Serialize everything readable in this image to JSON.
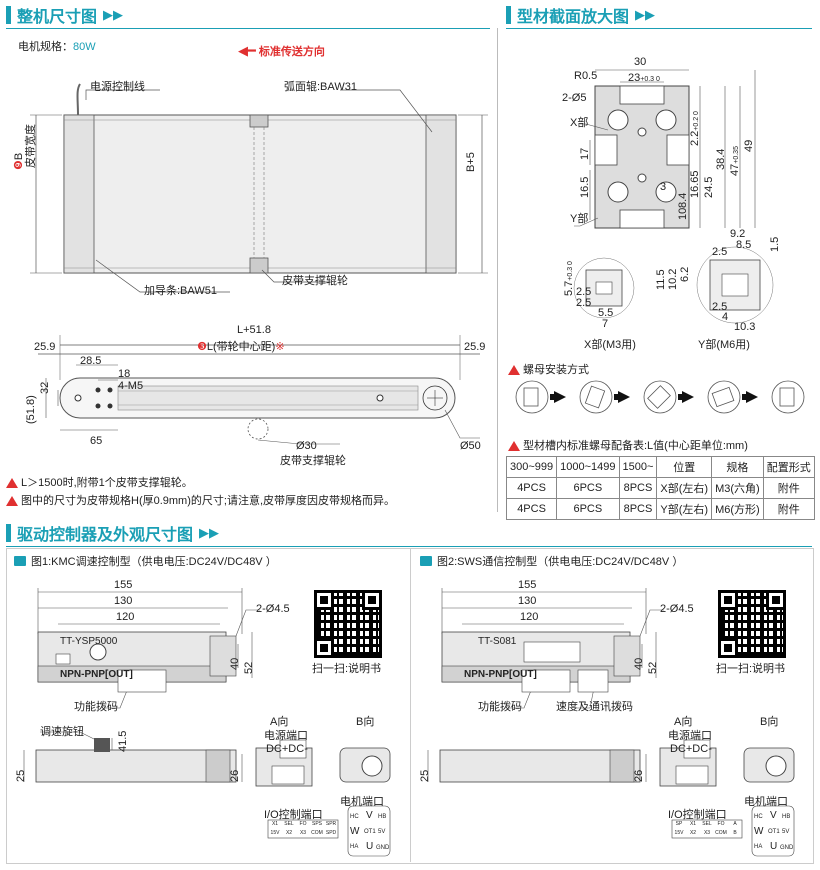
{
  "sections": {
    "outline": {
      "title": "整机尺寸图"
    },
    "profile": {
      "title": "型材截面放大图"
    },
    "driver": {
      "title": "驱动控制器及外观尺寸图"
    }
  },
  "outline": {
    "motor_spec_label": "电机规格：",
    "motor_spec_value": "80W",
    "direction": "标准传送方向",
    "power_cable": "电源控制线",
    "arc_roller": "弧面辊:BAW31",
    "belt_width": "皮带宽度",
    "b_label": "B",
    "b_plus": "B+5",
    "guide_bar": "加导条:BAW51",
    "support_roller": "皮带支撑辊轮",
    "l_total": "L+51.8",
    "l_center": "L(带轮中心距)",
    "l_mark": "※",
    "d_25_9_left": "25.9",
    "d_25_9_right": "25.9",
    "d_28_5": "28.5",
    "d_18": "18",
    "d_4m5": "4-M5",
    "d_32": "32",
    "d_51_8": "(51.8)",
    "d_65": "65",
    "d_30": "Ø30",
    "d_50": "Ø50",
    "support_roller2": "皮带支撑辊轮",
    "note1": "L＞1500时,附带1个皮带支撑辊轮。",
    "note2": "图中的尺寸为皮带规格H(厚0.9mm)的尺寸;请注意,皮带厚度因皮带规格而异。"
  },
  "profile": {
    "d30": "30",
    "d23": "23",
    "d23tol": "+0.3 0",
    "r05": "R0.5",
    "d2o5": "2-Ø5",
    "x_part": "X部",
    "y_part": "Y部",
    "d17": "17",
    "d16_5": "16.5",
    "d22": "2.2",
    "d22tol": "+0.2 0",
    "d16_65": "16.65",
    "d24_5": "24.5",
    "d38_4": "38.4",
    "d47": "47",
    "d47tol": "+0.35",
    "d49": "49",
    "d3": "3",
    "d8_4": "8.4",
    "d10": "10",
    "x_57": "5.7",
    "x_57tol": "+0.3 0",
    "x_25a": "2.5",
    "x_25b": "2.5",
    "x_55": "5.5",
    "x_7": "7",
    "x_caption": "X部(M3用)",
    "y_92": "9.2",
    "y_85": "8.5",
    "y_15": "1.5",
    "y_25a": "2.5",
    "y_115": "11.5",
    "y_102": "10.2",
    "y_62": "6.2",
    "y_25b": "2.5",
    "y_4": "4",
    "y_103": "10.3",
    "y_caption": "Y部(M6用)",
    "nut_install": "螺母安装方式",
    "nut_table_title": "型材槽内标准螺母配备表:L值(中心距单位:mm)",
    "nut_table": {
      "header": [
        "300~999",
        "1000~1499",
        "1500~",
        "位置",
        "规格",
        "配置形式"
      ],
      "rows": [
        [
          "4PCS",
          "6PCS",
          "8PCS",
          "X部(左右)",
          "M3(六角)",
          "附件"
        ],
        [
          "4PCS",
          "6PCS",
          "8PCS",
          "Y部(左右)",
          "M6(方形)",
          "附件"
        ]
      ]
    }
  },
  "driver": {
    "fig1_title": "图1:KMC调速控制型（供电电压:DC24V/DC48V ）",
    "fig2_title": "图2:SWS通信控制型（供电电压:DC24V/DC48V ）",
    "d155": "155",
    "d130": "130",
    "d120": "120",
    "d2045": "2-Ø4.5",
    "d40": "40",
    "d52": "52",
    "scan": "扫一扫:说明书",
    "dip": "功能拨码",
    "speed_dip": "速度及通讯拨码",
    "knob": "调速旋钮",
    "d41_5": "41.5",
    "d25": "25",
    "d26": "26",
    "a_dir": "A向",
    "b_dir": "B向",
    "power_port": "电源端口",
    "dc": "DC+DC-",
    "io_port": "I/O控制端口",
    "motor_port": "电机端口",
    "npn": "NPN-PNP[OUT]",
    "model1": "TT-YSP5000",
    "model2": "TT-S081",
    "io1_top": [
      "X1",
      "SEL",
      "FO",
      "SPS",
      "SPR"
    ],
    "io1_bot": [
      "15V",
      "X2",
      "X3",
      "COM",
      "SPD"
    ],
    "io2_top": [
      "SP",
      "X1",
      "SEL",
      "FO",
      "A"
    ],
    "io2_bot": [
      "15V",
      "X2",
      "X3",
      "COM",
      "B"
    ],
    "hc": "HC",
    "v": "V",
    "hb": "HB",
    "w": "W",
    "ot1": "OT1",
    "fv": "5V",
    "ha": "HA",
    "u": "U",
    "gnd": "GND"
  },
  "colors": {
    "accent": "#1a9fb5",
    "warn": "#e03030"
  }
}
